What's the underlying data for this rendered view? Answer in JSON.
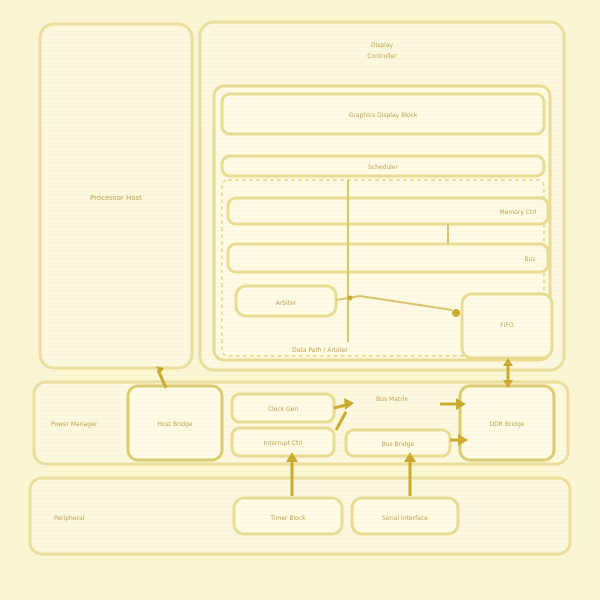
{
  "diagram": {
    "left_panel_label": "Processor Host",
    "top_right_title_1": "Display",
    "top_right_title_2": "Controller",
    "display_header": "Graphics Display Block",
    "display_sub": "Scheduler",
    "row1_label": "Memory Ctrl",
    "row2_label": "Bus",
    "arb_label": "Arbiter",
    "mux_label": "Data Path / Arbiter",
    "fifo_label": "FIFO",
    "mid_left_label": "Power Manager",
    "mid_host_label": "Host Bridge",
    "mid_a_label": "Clock Gen",
    "mid_b_label": "Interrupt Ctrl",
    "mid_center_label": "Bus Matrix",
    "mid_c_label": "Bus Bridge",
    "mid_right_label": "DDR Bridge",
    "bottom_left_label": "Peripheral",
    "bottom_b1_label": "Timer Block",
    "bottom_b2_label": "Serial Interface"
  },
  "colors": {
    "background": "#fbf7d6",
    "box_stroke": "#eadf9c",
    "arrow": "#c9a92c",
    "text": "#b8a24b"
  }
}
